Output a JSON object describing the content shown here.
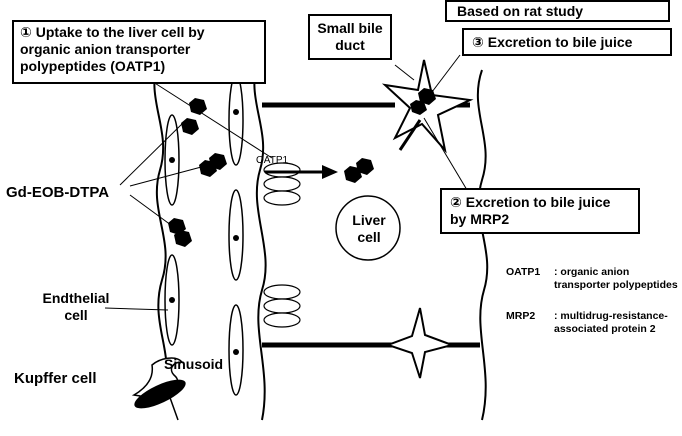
{
  "labels": {
    "uptake": "① Uptake to the liver cell by organic anion transporter polypeptides (OATP1)",
    "rat_study": "Based on rat study",
    "excretion_bile_juice": "③ Excretion to bile juice",
    "small_bile_duct": "Small bile duct",
    "excretion_mrp2": "② Excretion to bile juice by MRP2",
    "gd_eob_dtpa": "Gd-EOB-DTPA",
    "liver_cell": "Liver cell",
    "endothelial_cell": "Endthelial cell",
    "sinusoid": "Sinusoid",
    "kupffer_cell": "Kupffer cell",
    "oatp1_small": "OATP1"
  },
  "legend": [
    {
      "term": "OATP1",
      "definition": ": organic anion transporter polypeptides"
    },
    {
      "term": "MRP2",
      "definition": ": multidrug-resistance-associated protein 2"
    }
  ]
}
